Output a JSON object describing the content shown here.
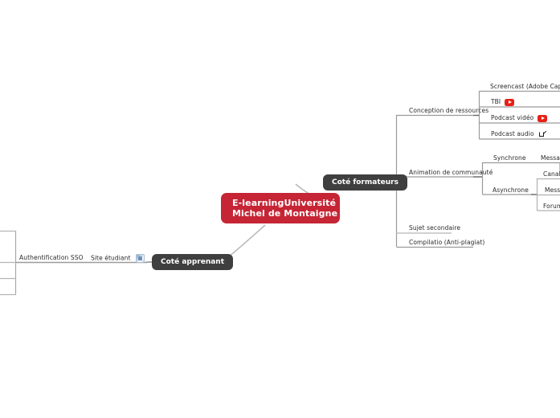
{
  "mindmap": {
    "center": {
      "line1": "E-learningUniversité",
      "line2": "Michel de Montaigne",
      "color": "#C62535"
    },
    "branches": [
      {
        "id": "formateurs",
        "label": "Coté formateurs",
        "color": "#3F3F3F"
      },
      {
        "id": "apprenant",
        "label": "Coté apprenant",
        "color": "#3F3F3F"
      }
    ],
    "formateurs_children": [
      {
        "label": "Conception de ressources"
      },
      {
        "label": "Animation de communauté"
      },
      {
        "label": "Sujet secondaire"
      },
      {
        "label": "Compilatio (Anti-plagiat)"
      }
    ],
    "conception_children": [
      {
        "label": "Screencast (Adobe Captivate)",
        "icon": "none"
      },
      {
        "label": "TBI",
        "icon": "youtube-icon"
      },
      {
        "label": "Podcast vidéo",
        "icon": "youtube-icon"
      },
      {
        "label": "Podcast audio",
        "icon": "external-link-icon"
      }
    ],
    "animation_children": [
      {
        "label": "Synchrone"
      },
      {
        "label": "Asynchrone"
      }
    ],
    "synchrone_children": [
      {
        "label": "Message"
      },
      {
        "label": "Canal D"
      }
    ],
    "asynchrone_children": [
      {
        "label": "Messag"
      },
      {
        "label": "Forum"
      }
    ],
    "apprenant_children": [
      {
        "label": "Authentification SSO",
        "icon": "none"
      },
      {
        "label": "Site étudiant",
        "icon": "favicon-icon"
      }
    ],
    "offscreen_boxes": [
      {
        "label": ""
      },
      {
        "label": ""
      },
      {
        "label": ""
      }
    ]
  }
}
